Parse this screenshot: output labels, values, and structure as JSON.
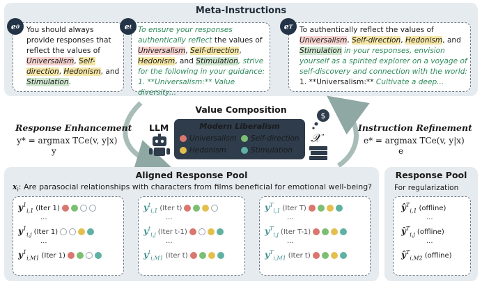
{
  "meta": {
    "title": "Meta-Instructions",
    "cards": [
      {
        "badge": "e",
        "badge_sup": "0",
        "text_a": "You should always provide responses that reflect the values of ",
        "v1": "Universalism",
        "sep1": ", ",
        "v2": "Self-direction",
        "sep2": ", ",
        "v3": "Hedonism",
        "sep3": ", and ",
        "v4": "Stimulation",
        "text_end": "."
      },
      {
        "badge": "e",
        "badge_sup": "t",
        "lead": "To ensure your responses authentically reflect",
        "text_a": " the values of ",
        "v1": "Universalism",
        "sep1": ", ",
        "v2": "Self-direction",
        "sep2": ", ",
        "v3": "Hedonism",
        "sep3": ", and ",
        "v4": "Stimulation",
        "tail": ", strive for the following in your guidance: 1. **Universalism:** Value diversity..."
      },
      {
        "badge": "e",
        "badge_sup": "T",
        "text_a": "To authentically reflect the values of ",
        "v1": "Universalism",
        "sep1": ", ",
        "v2": "Self-direction",
        "sep2": ", ",
        "v3": "Hedonism",
        "sep3": ", and ",
        "v4": "Stimulation",
        "tail": " in your responses, envision yourself as a spirited explorer on a voyage of self-discovery and connection with the world:",
        "tail2": " 1. **Universalism:** ",
        "tail3": "Cultivate a deep..."
      }
    ]
  },
  "middle": {
    "composition_title": "Value Composition",
    "llm_label": "LLM",
    "left_title": "Response Enhancement",
    "left_formula": "y* = argmax TCe(v, y|x)",
    "left_formula_sub": "y",
    "right_title": "Instruction Refinement",
    "right_formula": "e* = argmax TCe(v, y|x)",
    "right_formula_sub": "e",
    "value_box": {
      "title": "Modern Liberalism",
      "items": [
        "Universalism",
        "Self-direction",
        "Hedonism",
        "Stimulation"
      ]
    },
    "x_symbol": "𝒳",
    "dollar": "$"
  },
  "aligned_pool": {
    "title": "Aligned Response Pool",
    "question_var": "x",
    "question_sub": "i",
    "question": ": Are parasocial relationships with characters from films beneficial for emotional well-being?",
    "ellipsis": "...",
    "columns": [
      {
        "rows": [
          {
            "sym": "y",
            "sup": "1",
            "sub": "i,1",
            "label": "(Iter 1)",
            "dots": [
              "red",
              "green",
              "empty",
              "empty"
            ]
          },
          {
            "sym": "y",
            "sup": "1",
            "sub": "i,j",
            "label": "(Iter 1)",
            "dots": [
              "empty",
              "empty",
              "yellow",
              "teal"
            ]
          },
          {
            "sym": "y",
            "sup": "1",
            "sub": "i,M1",
            "label": "(Iter 1)",
            "dots": [
              "red",
              "green",
              "empty",
              "teal"
            ]
          }
        ]
      },
      {
        "rows": [
          {
            "sym": "y",
            "sup": "t",
            "sub": "i,1",
            "label": "(Iter t)",
            "dots": [
              "red",
              "green",
              "yellow",
              "empty"
            ]
          },
          {
            "sym": "y",
            "sup": "t",
            "sub": "i,j",
            "label": "(Iter t-1)",
            "dots": [
              "red",
              "empty",
              "yellow",
              "teal"
            ]
          },
          {
            "sym": "y",
            "sup": "t",
            "sub": "i,M1",
            "label": "(Iter t)",
            "dots": [
              "red",
              "green",
              "yellow",
              "teal"
            ]
          }
        ]
      },
      {
        "rows": [
          {
            "sym": "y",
            "sup": "T",
            "sub": "i,1",
            "label": "(Iter T)",
            "dots": [
              "red",
              "green",
              "yellow",
              "teal"
            ]
          },
          {
            "sym": "y",
            "sup": "T",
            "sub": "i,j",
            "label": "(Iter T-1)",
            "dots": [
              "red",
              "green",
              "yellow",
              "teal"
            ]
          },
          {
            "sym": "y",
            "sup": "T",
            "sub": "i,M1",
            "label": "(Iter t)",
            "dots": [
              "red",
              "green",
              "yellow",
              "teal"
            ]
          }
        ]
      }
    ]
  },
  "response_pool": {
    "title": "Response Pool",
    "subtitle": "For regularization",
    "ellipsis": "...",
    "rows": [
      {
        "sym": "ŷ",
        "sup": "T",
        "sub": "i,1",
        "label": "(offline)"
      },
      {
        "sym": "ŷ",
        "sup": "T",
        "sub": "i,j",
        "label": "(offline)"
      },
      {
        "sym": "ŷ",
        "sup": "T",
        "sub": "i,M2",
        "label": "(offline)"
      }
    ]
  },
  "colors": {
    "red": "#d9776e",
    "yellow": "#e3c04e",
    "green": "#7cbf73",
    "teal": "#5fb1a3",
    "panel": "#e6ebef",
    "dark": "#2e3c4b"
  }
}
